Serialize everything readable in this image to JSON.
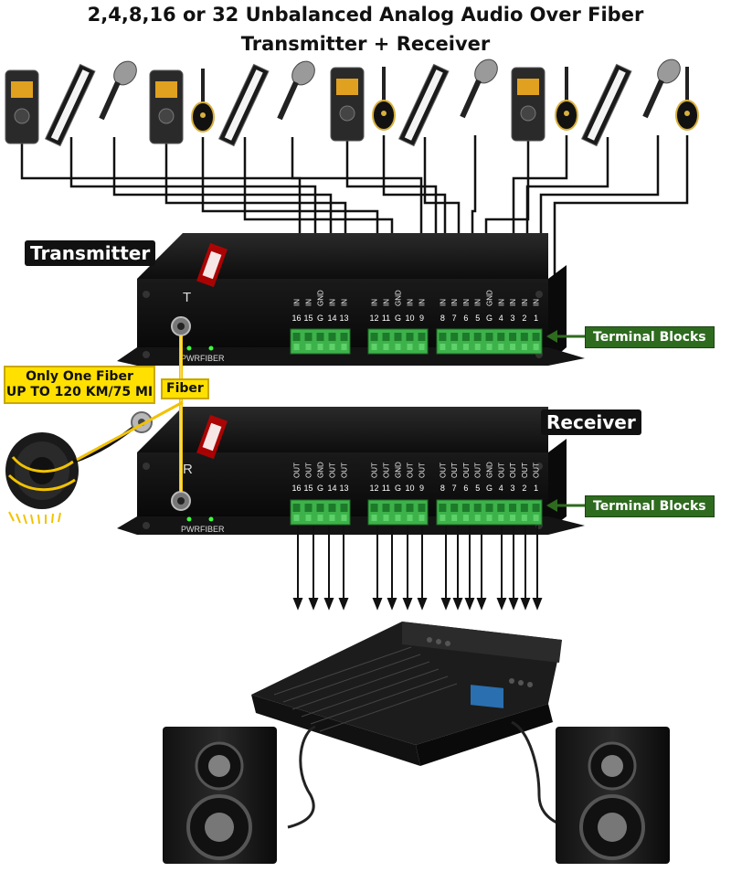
{
  "title": {
    "line1": "2,4,8,16 or 32 Unbalanced Analog Audio Over Fiber",
    "line2": "Transmitter + Receiver"
  },
  "labels": {
    "transmitter": "Transmitter",
    "receiver": "Receiver",
    "terminal_blocks_top": "Terminal Blocks",
    "terminal_blocks_bottom": "Terminal Blocks",
    "fiber": "Fiber",
    "one_fiber_line1": "Only One Fiber",
    "one_fiber_line2": "UP TO 120 KM/75 MI"
  },
  "device": {
    "tx_port_letter": "T",
    "rx_port_letter": "R",
    "pwr": "PWR",
    "fiber_led": "FIBER",
    "in_label": "IN",
    "out_label": "OUT",
    "gnd_label": "GND",
    "groups": [
      [
        "16",
        "15",
        "G",
        "14",
        "13"
      ],
      [
        "12",
        "11",
        "G",
        "10",
        "9"
      ],
      [
        "8",
        "7",
        "6",
        "5",
        "G",
        "4",
        "3",
        "2",
        "1"
      ]
    ]
  },
  "sources": [
    "recorder",
    "keyboard",
    "microphone",
    "recorder",
    "guitar",
    "keyboard",
    "microphone",
    "recorder",
    "guitar",
    "keyboard",
    "microphone",
    "recorder",
    "guitar",
    "keyboard",
    "microphone",
    "guitar"
  ],
  "colors": {
    "device_body": "#1b1b1b",
    "terminal_green": "#3db24a",
    "fiber_yellow": "#f2c200",
    "label_green": "#2e6b1f"
  }
}
